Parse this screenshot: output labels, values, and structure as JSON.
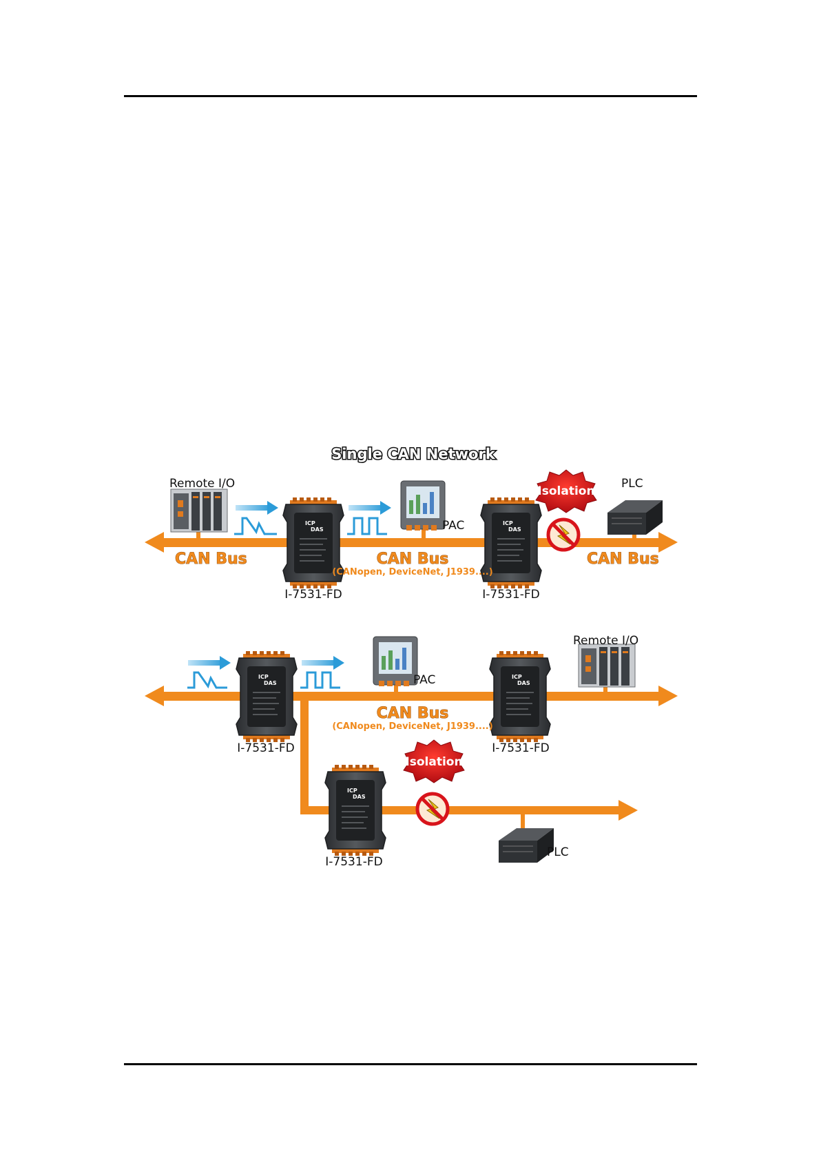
{
  "diagram": {
    "title": "Single CAN Network",
    "colors": {
      "bus": "#f08a1d",
      "signal": "#3aa7e0",
      "isolation": "#d8141b",
      "module": "#3a3d40",
      "terminal": "#e07a1e"
    },
    "top": {
      "remote_io": "Remote I/O",
      "pac": "PAC",
      "plc": "PLC",
      "isolation": "Isolation",
      "bus_left": "CAN Bus",
      "bus_center": "CAN Bus",
      "bus_right": "CAN Bus",
      "protocols": "(CANopen, DeviceNet, J1939....)",
      "module_left": "I-7531-FD",
      "module_right": "I-7531-FD"
    },
    "bottom": {
      "remote_io": "Remote I/O",
      "pac": "PAC",
      "plc": "PLC",
      "isolation": "Isolation",
      "bus_center": "CAN Bus",
      "protocols": "(CANopen, DeviceNet, J1939....)",
      "module_left": "I-7531-FD",
      "module_right": "I-7531-FD",
      "module_branch": "I-7531-FD"
    },
    "module_logo": "ICP DAS"
  }
}
